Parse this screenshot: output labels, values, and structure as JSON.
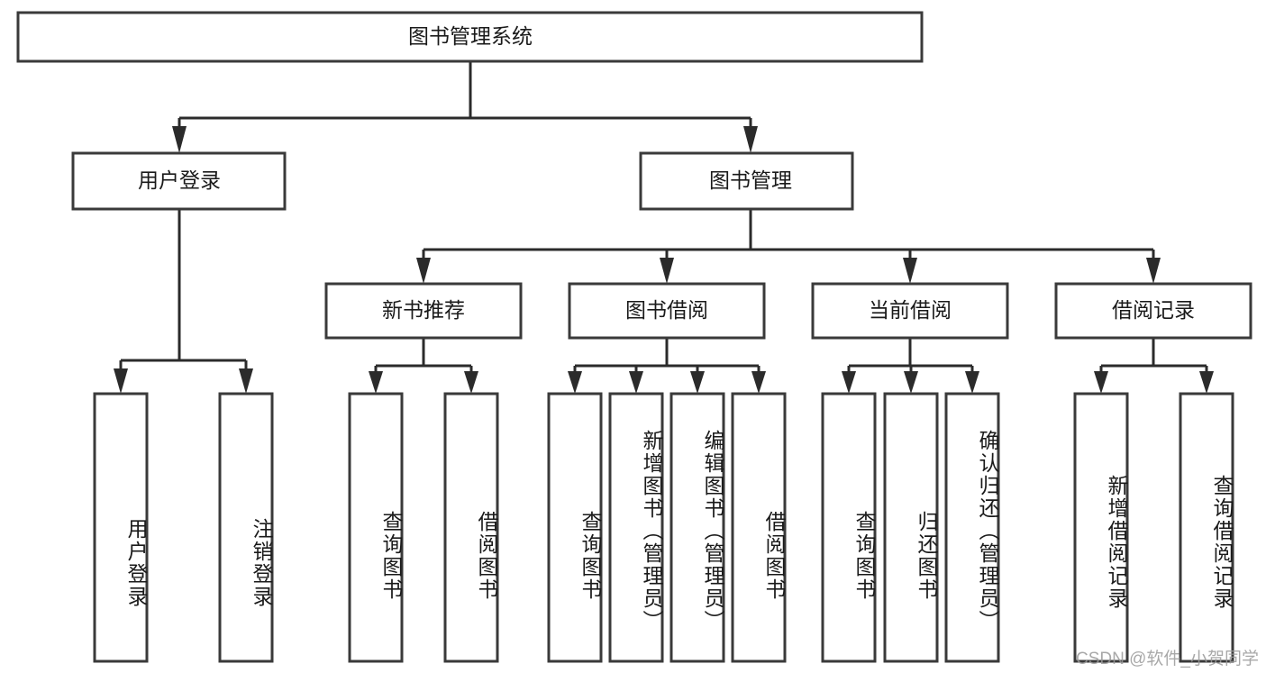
{
  "diagram": {
    "type": "tree",
    "title": "图书管理系统",
    "orientation": "top-down",
    "watermark": "CSDN @软件_小贺同学",
    "colors": {
      "box_fill": "#ffffff",
      "box_stroke": "#3a3a3a",
      "connector": "#2b2b2b",
      "text": "#1a1a1a",
      "watermark": "#9a9a9a",
      "background": "#ffffff"
    },
    "root": {
      "label": "图书管理系统"
    },
    "level2": [
      {
        "label": "用户登录"
      },
      {
        "label": "图书管理"
      }
    ],
    "level3": [
      {
        "label": "新书推荐"
      },
      {
        "label": "图书借阅"
      },
      {
        "label": "当前借阅"
      },
      {
        "label": "借阅记录"
      }
    ],
    "leaves": {
      "user_login": [
        {
          "label": "用户登录"
        },
        {
          "label": "注销登录"
        }
      ],
      "new_book": [
        {
          "label": "查询图书"
        },
        {
          "label": "借阅图书"
        }
      ],
      "book_borrow": [
        {
          "label": "查询图书"
        },
        {
          "label": "新增图书（管理员）"
        },
        {
          "label": "编辑图书（管理员）"
        },
        {
          "label": "借阅图书"
        }
      ],
      "current_borrow": [
        {
          "label": "查询图书"
        },
        {
          "label": "归还图书"
        },
        {
          "label": "确认归还（管理员）"
        }
      ],
      "borrow_record": [
        {
          "label": "新增借阅记录"
        },
        {
          "label": "查询借阅记录"
        }
      ]
    }
  }
}
